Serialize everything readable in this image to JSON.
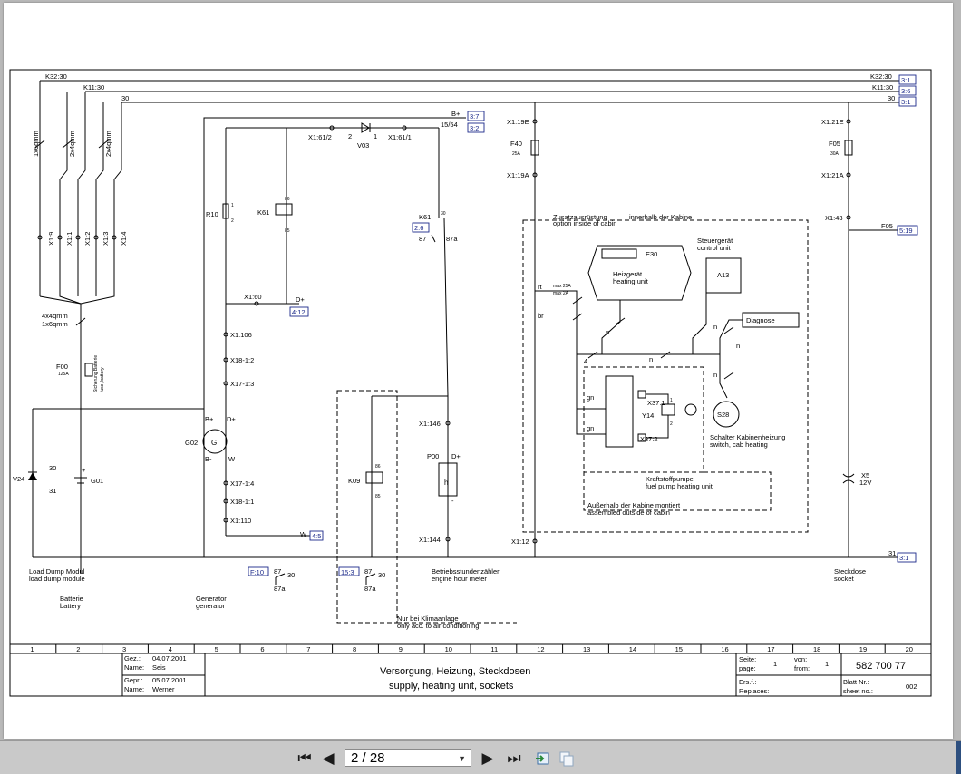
{
  "toolbar": {
    "first_label": "⏮",
    "prev_label": "◀",
    "page_indicator": "2 / 28",
    "next_label": "▶",
    "last_label": "⏭",
    "icons": [
      "first-page-icon",
      "prev-page-icon",
      "next-page-icon",
      "last-page-icon",
      "export-page-icon",
      "copy-page-icon"
    ]
  },
  "diagram": {
    "top_lines": {
      "k32": "K32:30",
      "k11": "K11:30",
      "l30": "30"
    },
    "refs_right": {
      "k32": "3:1",
      "k11": "3:6",
      "l30": "3:1",
      "f05": "5:19",
      "l31": "3:1"
    },
    "right_line_labels": {
      "k32": "K32:30",
      "k11": "K11:30",
      "l30": "30",
      "l31": "31"
    },
    "wire_sizes": [
      "1x6qmm",
      "2x4qmm",
      "2x4qmm"
    ],
    "bundle": [
      "4x4qmm",
      "1x6qmm"
    ],
    "connectors_left": [
      "X1:9",
      "X1:1",
      "X1:2",
      "X1:3",
      "X1:4"
    ],
    "relay_top": {
      "x61_2": "X1:61/2",
      "n2": "2",
      "n1": "1",
      "x61_1": "X1:61/1",
      "v03": "V03",
      "bplus": "B+",
      "bref": "3:7",
      "l1554": "15/54",
      "lref": "3:2"
    },
    "r10": {
      "label": "R10",
      "p1": "1",
      "p2": "2"
    },
    "k61_left": {
      "label": "K61",
      "p86": "86",
      "p85": "85"
    },
    "k61_right": {
      "label": "K61",
      "p30": "30",
      "ref": "2:6",
      "p87": "87",
      "p87a": "87a"
    },
    "dplus": {
      "x160": "X1:60",
      "d": "D+",
      "ref": "4:12"
    },
    "x_connectors_mid": [
      "X1:106",
      "X18-1:2",
      "X17-1:3",
      "X17-1:4",
      "X18-1:1",
      "X1:110"
    ],
    "w_ref": {
      "w": "W",
      "ref": "4:5"
    },
    "f00": {
      "label": "F00",
      "amp": "125A"
    },
    "sicherung": [
      "Sicherung Batterie",
      "fuse, battery"
    ],
    "g02": {
      "label": "G02",
      "g": "G",
      "bplus": "B+",
      "dplus": "D+",
      "bminus": "B-",
      "w": "W"
    },
    "g01": {
      "label": "G01",
      "plus": "+"
    },
    "v24": {
      "label": "V24",
      "p30": "30",
      "p31": "31"
    },
    "k09": {
      "label": "K09",
      "p86": "86",
      "p85": "85"
    },
    "p00": {
      "label": "P00",
      "dplus": "D+",
      "minus": "-",
      "x146": "X1:146",
      "x144": "X1:144"
    },
    "f40": {
      "x19e": "X1:19E",
      "label": "F40",
      "amp": "25A",
      "x19a": "X1:19A",
      "x12": "X1:12"
    },
    "f05": {
      "x21e": "X1:21E",
      "label": "F05",
      "amp": "30A",
      "x21a": "X1:21A",
      "x43": "X1:43",
      "f05b": "F05"
    },
    "option_box": {
      "de": "Zusatzausrüstung",
      "en": "option inside of cabin",
      "inside_de": "innerhalb der Kabine"
    },
    "e30": {
      "label": "E30",
      "de": "Heizgerät",
      "en": "heating unit"
    },
    "a13": {
      "label": "A13",
      "de": "Steuergerät",
      "en": "control unit"
    },
    "diag": "Diagnose",
    "wire_codes": {
      "rt": "rt",
      "br": "br",
      "n1": "n",
      "n2": "n",
      "n3": "n",
      "n4": "n",
      "n5": "n",
      "four": "4",
      "gn1": "gn",
      "gn2": "gn",
      "max1": "max 25A",
      "max2": "max 2A"
    },
    "y14": {
      "label": "Y14",
      "x371": "X37:1",
      "x372": "X37:2",
      "p1": "1",
      "p2": "2"
    },
    "s28": {
      "label": "S28",
      "de": "Schalter Kabinenheizung",
      "en": "switch, cab heating"
    },
    "pump": {
      "de": "Kraftstoffpumpe",
      "en": "fuel pump heating unit"
    },
    "outside": {
      "de": "Außerhalb der Kabine montiert",
      "en": "assembled outside of cabin"
    },
    "x5": {
      "label": "X5",
      "v": "12V"
    },
    "bottom_labels": {
      "load_dump_de": "Load Dump Modul",
      "load_dump_en": "load dump module",
      "battery_de": "Batterie",
      "battery_en": "battery",
      "gen_de": "Generator",
      "gen_en": "generator",
      "meter_de": "Betriebsstundenzähler",
      "meter_en": "engine hour meter",
      "socket_de": "Steckdose",
      "socket_en": "socket",
      "ac_de": "Nur bei Klimaanlage",
      "ac_en": "only acc. to air conditioning"
    },
    "contacts": [
      {
        "ref": "F:10",
        "a": "87",
        "b": "30",
        "c": "87a"
      },
      {
        "ref": "15:3",
        "a": "87",
        "b": "30",
        "c": "87a"
      }
    ]
  },
  "title_block": {
    "columns": [
      "1",
      "2",
      "3",
      "4",
      "5",
      "6",
      "7",
      "8",
      "9",
      "10",
      "11",
      "12",
      "13",
      "14",
      "15",
      "16",
      "17",
      "18",
      "19",
      "20"
    ],
    "gez_label": "Gez.:",
    "gez_date": "04.07.2001",
    "name1_label": "Name:",
    "name1": "Seis",
    "gepr_label": "Gepr.:",
    "gepr_date": "05.07.2001",
    "name2_label": "Name:",
    "name2": "Werner",
    "title_de": "Versorgung, Heizung, Steckdosen",
    "title_en": "supply, heating unit, sockets",
    "seite_label": "Seite:",
    "page_label": "page:",
    "page_value": "1",
    "von_label": "von:",
    "from_label": "from:",
    "from_value": "1",
    "doc_number": "582 700 77",
    "ersf_label": "Ers.f.:",
    "replaces_label": "Replaces:",
    "blatt_label": "Blatt Nr.:",
    "sheet_label": "sheet no.:",
    "sheet_value": "002"
  }
}
